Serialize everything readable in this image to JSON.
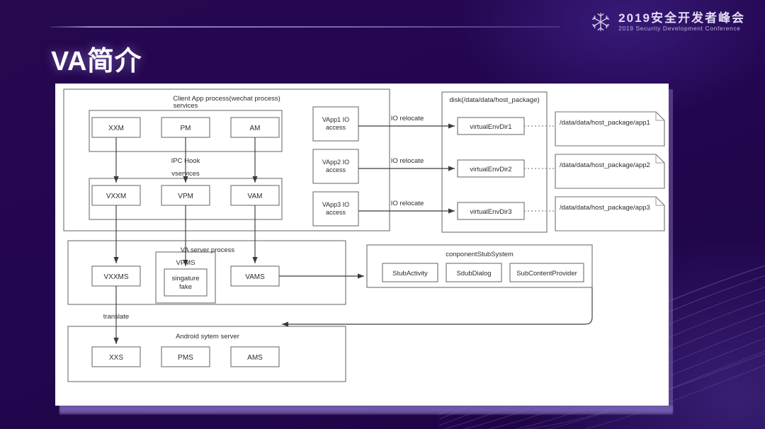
{
  "slide": {
    "title": "VA简介",
    "logo": {
      "icon": "snowflake-icon",
      "main": "2019安全开发者峰会",
      "sub": "2019 Security Development Conference"
    },
    "colors": {
      "background": "#240750",
      "accent": "#b2a0e4",
      "board": "#ffffff",
      "stroke": "#666666",
      "text": "#2b2b2b"
    }
  },
  "diagram": {
    "groups": {
      "client_app": "Client App process(wechat process)",
      "services": "services",
      "vservices": "vservices",
      "va_server": "VA server process",
      "android_server": "Android sytem server",
      "disk": "disk(/data/data/host_package)",
      "stub_system": "conponentStubSystem",
      "vpms": "VPMS"
    },
    "nodes": {
      "services": [
        "XXM",
        "PM",
        "AM"
      ],
      "vservices": [
        "VXXM",
        "VPM",
        "VAM"
      ],
      "va_server": [
        "VXXMS",
        "VAMS"
      ],
      "vpms_inner": "singature\nfake",
      "vpms_inner_line1": "singature",
      "vpms_inner_line2": "fake",
      "android_server": [
        "XXS",
        "PMS",
        "AMS"
      ],
      "io_access": [
        "VApp1 IO",
        "VApp2 IO",
        "VApp3 IO"
      ],
      "io_access_line2": "access",
      "virtual_dirs": [
        "virtualEnvDir1",
        "virtualEnvDir2",
        "virtualEnvDir3"
      ],
      "stub_items": [
        "StubActivity",
        "SdubDialog",
        "SubContentProvider"
      ],
      "paths": [
        "/data/data/host_package/app1",
        "/data/data/host_package/app2",
        "/data/data/host_package/app3"
      ]
    },
    "edge_labels": {
      "ipc_hook": "IPC Hook",
      "translate": "translate",
      "io_relocate": [
        "IO relocate",
        "IO relocate",
        "IO relocate"
      ]
    }
  }
}
